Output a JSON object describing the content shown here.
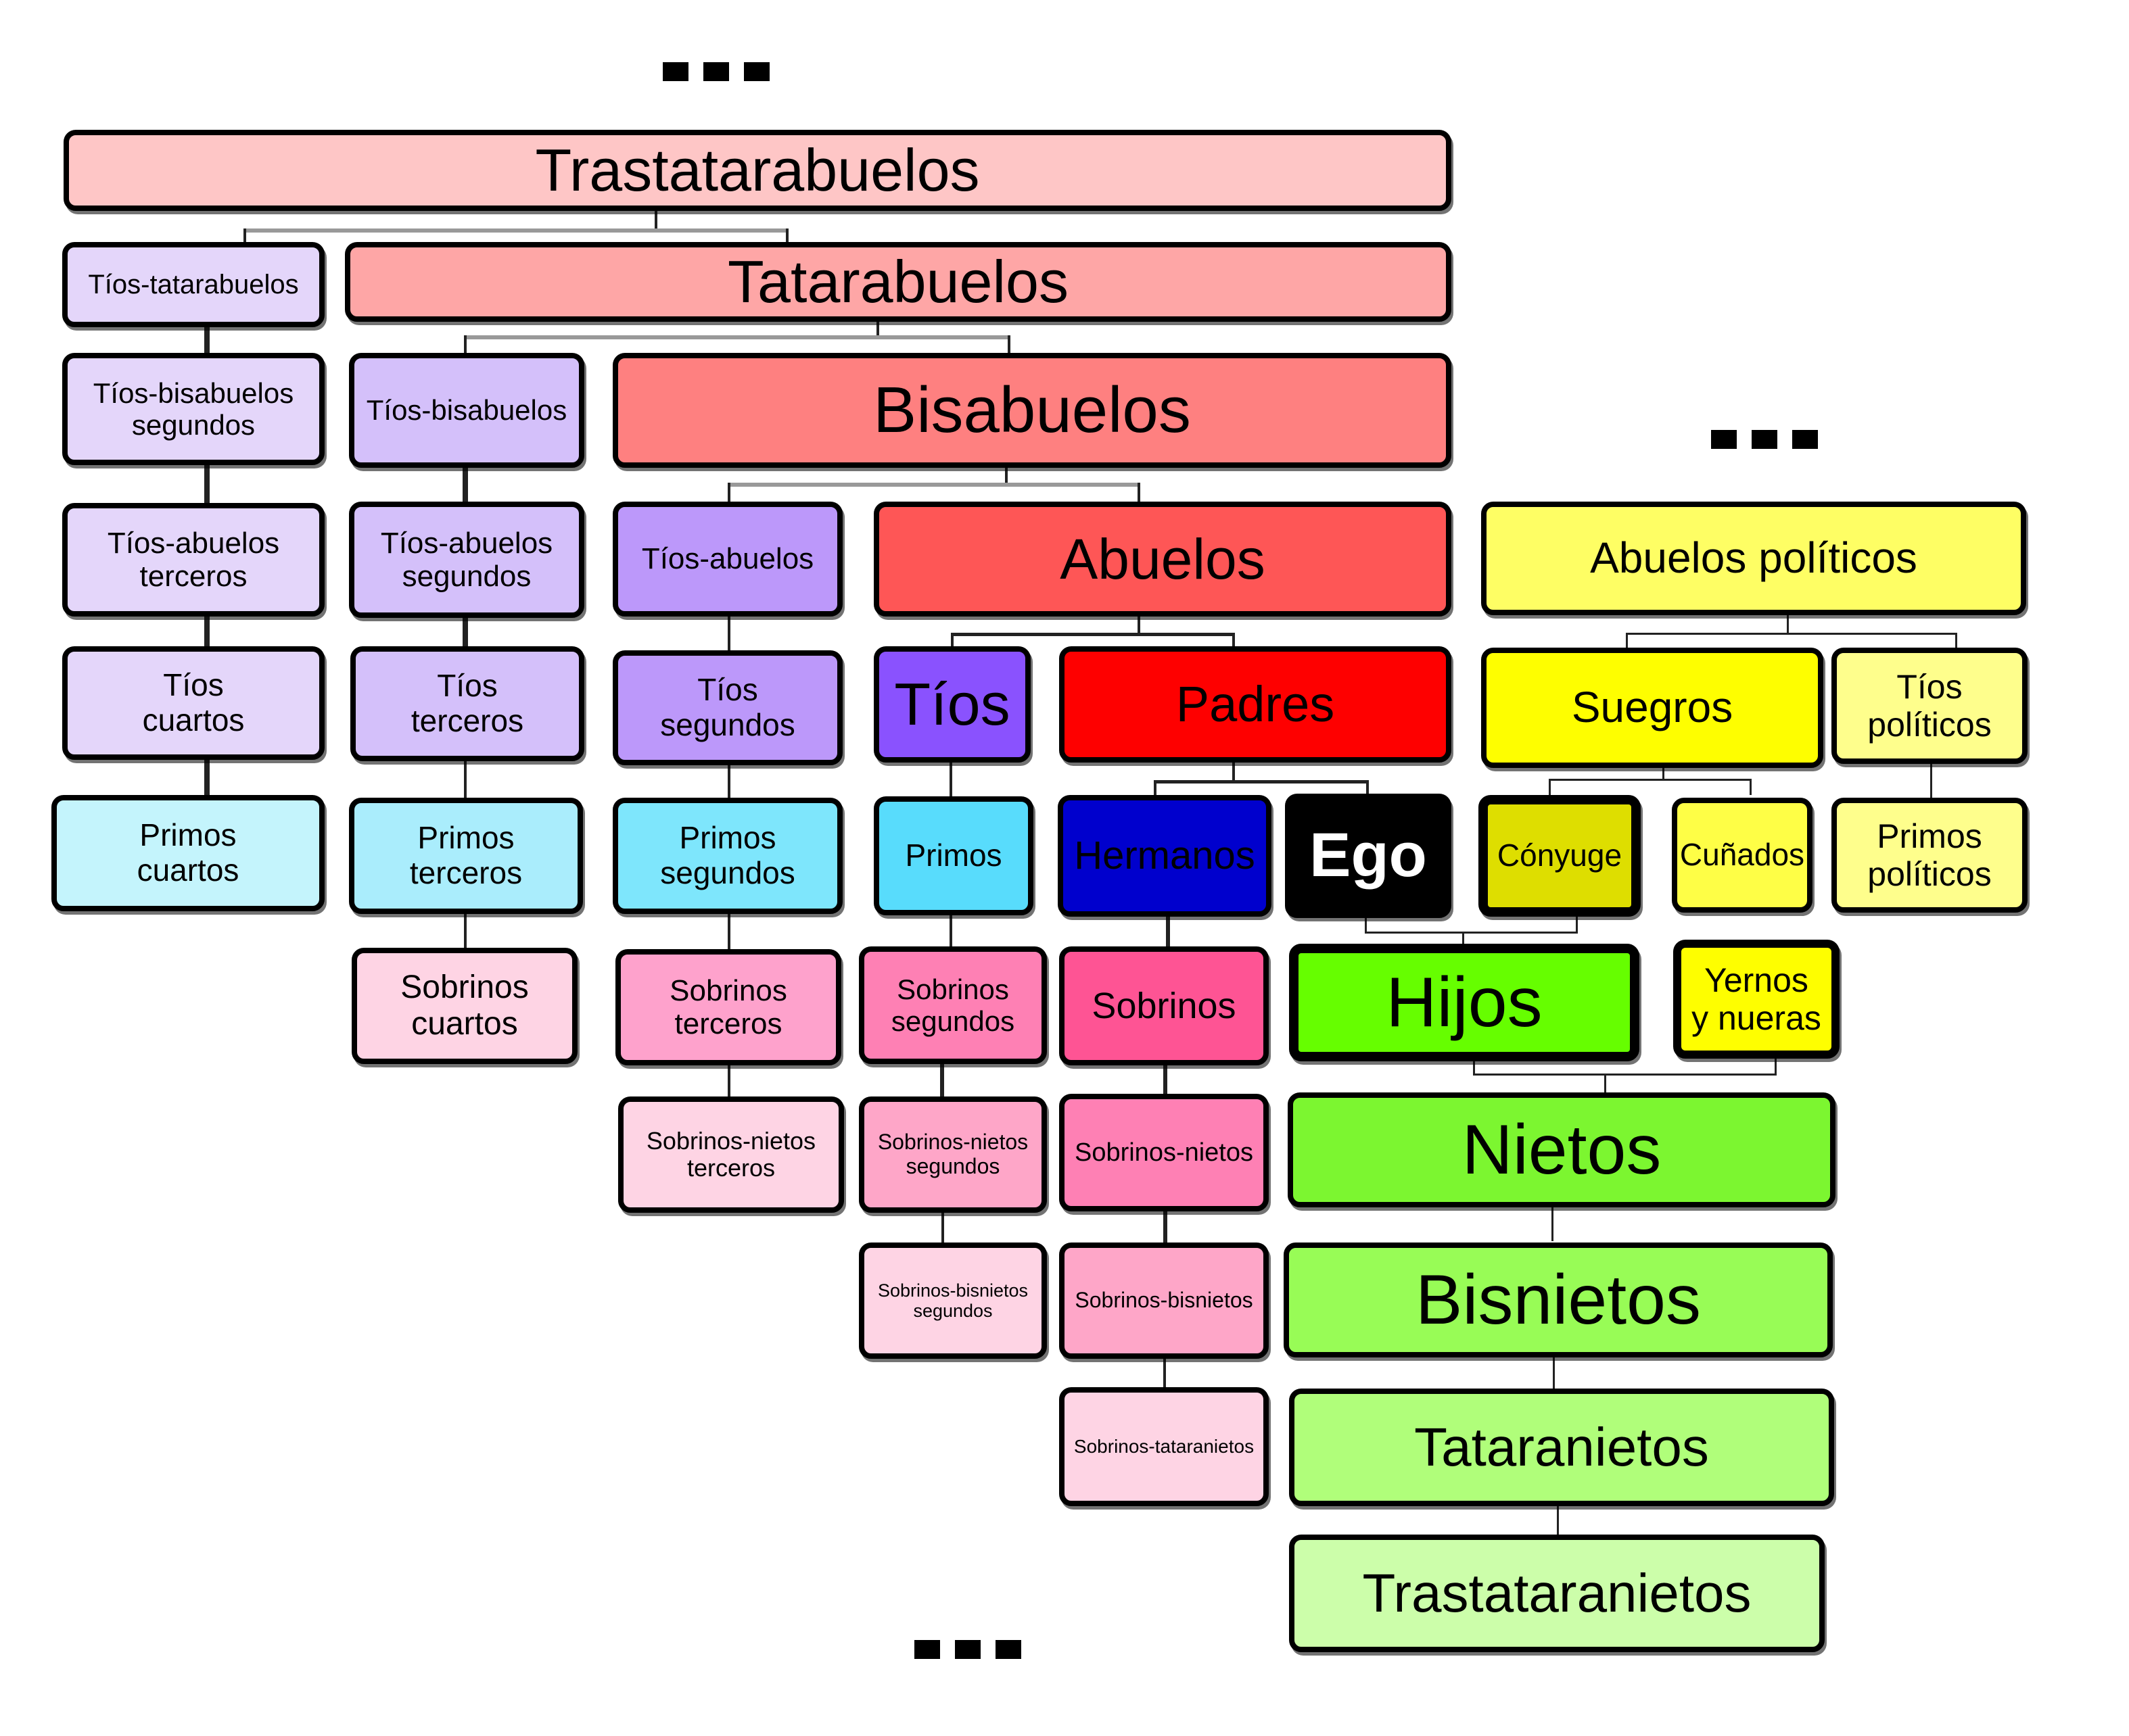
{
  "title": "Árbol de parentesco",
  "colors": {
    "trastatarabuelos": "#fec6c6",
    "tatarabuelos": "#fea6a6",
    "bisabuelos": "#fe8080",
    "abuelos": "#fe5656",
    "padres": "#fe0000",
    "tios": "#8a52fe",
    "hermanos": "#0000cd",
    "ego": "#000000",
    "hijos": "#66fe00",
    "nietos": "#7cf630",
    "bisnietos": "#98fc56",
    "tataranietos": "#b0fe7a",
    "trastataranietos": "#ccfeaa",
    "politicos_dark": "#fefe00",
    "politicos_light": "#fefe64",
    "conyuge": "#dede00"
  },
  "ellipsis": "...",
  "nodes": {
    "trastatarabuelos": "Trastatarabuelos",
    "tios_tatarabuelos": "Tíos-tatarabuelos",
    "tatarabuelos": "Tatarabuelos",
    "tios_bisabuelos_segundos": "Tíos-bisabuelos\nsegundos",
    "tios_bisabuelos": "Tíos-bisabuelos",
    "bisabuelos": "Bisabuelos",
    "tios_abuelos_terceros": "Tíos-abuelos\nterceros",
    "tios_abuelos_segundos": "Tíos-abuelos\nsegundos",
    "tios_abuelos": "Tíos-abuelos",
    "abuelos": "Abuelos",
    "abuelos_politicos": "Abuelos políticos",
    "tios_cuartos": "Tíos\ncuartos",
    "tios_terceros": "Tíos\nterceros",
    "tios_segundos": "Tíos\nsegundos",
    "tios": "Tíos",
    "padres": "Padres",
    "suegros": "Suegros",
    "tios_politicos": "Tíos\npolíticos",
    "primos_cuartos": "Primos\ncuartos",
    "primos_terceros": "Primos\nterceros",
    "primos_segundos": "Primos\nsegundos",
    "primos": "Primos",
    "hermanos": "Hermanos",
    "ego": "Ego",
    "conyuge": "Cónyuge",
    "cunados": "Cuñados",
    "primos_politicos": "Primos\npolíticos",
    "sobrinos_cuartos": "Sobrinos\ncuartos",
    "sobrinos_terceros": "Sobrinos\nterceros",
    "sobrinos_segundos": "Sobrinos\nsegundos",
    "sobrinos": "Sobrinos",
    "hijos": "Hijos",
    "yernos_nueras": "Yernos\ny nueras",
    "sobrinos_nietos_terceros": "Sobrinos-nietos\nterceros",
    "sobrinos_nietos_segundos": "Sobrinos-nietos\nsegundos",
    "sobrinos_nietos": "Sobrinos-nietos",
    "nietos": "Nietos",
    "sobrinos_bisnietos_segundos": "Sobrinos-bisnietos\nsegundos",
    "sobrinos_bisnietos": "Sobrinos-bisnietos",
    "bisnietos": "Bisnietos",
    "sobrinos_tataranietos": "Sobrinos-tataranietos",
    "tataranietos": "Tataranietos",
    "trastataranietos": "Trastataranietos"
  }
}
